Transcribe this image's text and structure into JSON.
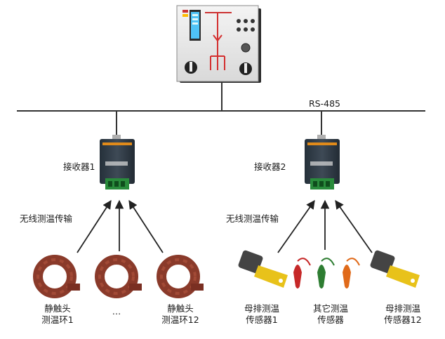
{
  "bus": {
    "label": "RS-485"
  },
  "receivers": [
    {
      "label": "接收器1",
      "link_label": "无线测温传输"
    },
    {
      "label": "接收器2",
      "link_label": "无线测温传输"
    }
  ],
  "sensors_left": {
    "first_label": [
      "静触头",
      "测温环1"
    ],
    "ellipsis": "…",
    "last_label": [
      "静触头",
      "测温环12"
    ]
  },
  "sensors_right": {
    "first_label": [
      "母排测温",
      "传感器1"
    ],
    "middle_label": [
      "其它测温",
      "传感器"
    ],
    "last_label": [
      "母排测温",
      "传感器12"
    ]
  },
  "colors": {
    "line": "#333333",
    "ring": "#8a3a2a",
    "clip_yellow": "#e8c21a",
    "tag_red": "#c62828",
    "tag_green": "#2e7d32",
    "tag_orange": "#e06a1a",
    "receiver_body": "#2f3a45",
    "receiver_base": "#2a8c3c"
  }
}
